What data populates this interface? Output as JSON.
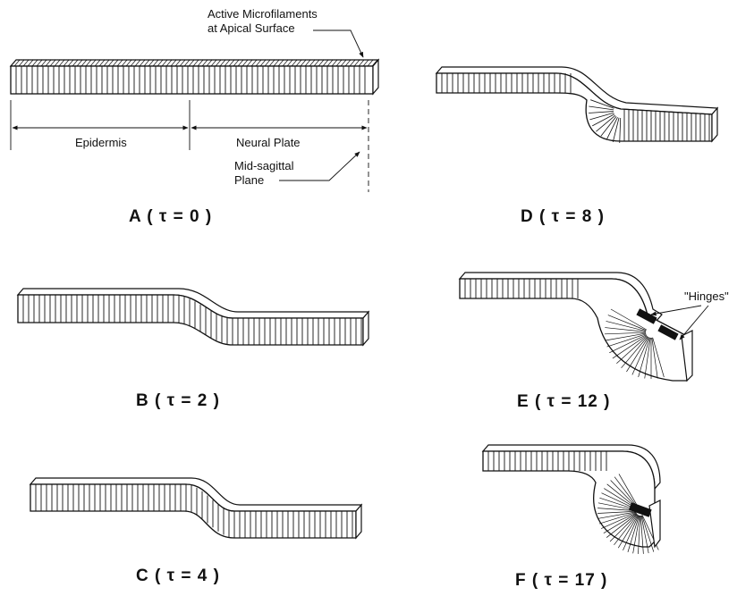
{
  "panels": [
    {
      "id": "A",
      "caption": "A ( τ = 0 )"
    },
    {
      "id": "B",
      "caption": "B ( τ = 2 )"
    },
    {
      "id": "C",
      "caption": "C ( τ = 4 )"
    },
    {
      "id": "D",
      "caption": "D ( τ = 8 )"
    },
    {
      "id": "E",
      "caption": "E ( τ = 12 )"
    },
    {
      "id": "F",
      "caption": "F ( τ = 17 )"
    }
  ],
  "annotations": {
    "microfilaments_line1": "Active Microfilaments",
    "microfilaments_line2": "at Apical Surface",
    "epidermis": "Epidermis",
    "neural_plate": "Neural Plate",
    "midsagittal_line1": "Mid-sagittal",
    "midsagittal_line2": "Plane",
    "hinges": "\"Hinges\""
  }
}
